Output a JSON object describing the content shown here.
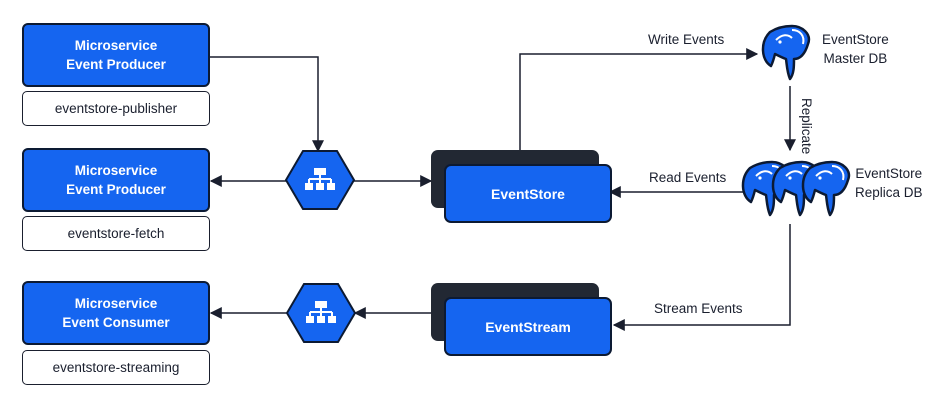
{
  "colors": {
    "accent": "#1565f0",
    "dark": "#222833",
    "line": "#1a1f2e"
  },
  "services": [
    {
      "line1": "Microservice",
      "line2": "Event Producer",
      "tag": "eventstore-publisher"
    },
    {
      "line1": "Microservice",
      "line2": "Event Producer",
      "tag": "eventstore-fetch"
    },
    {
      "line1": "Microservice",
      "line2": "Event Consumer",
      "tag": "eventstore-streaming"
    }
  ],
  "stores": {
    "eventstore": "EventStore",
    "eventstream": "EventStream"
  },
  "databases": {
    "master": {
      "line1": "EventStore",
      "line2": "Master DB",
      "icon": "postgres-elephant-icon"
    },
    "replica": {
      "line1": "EventStore",
      "line2": "Replica DB",
      "icon": "postgres-elephants-icon"
    }
  },
  "edges": {
    "write": "Write Events",
    "read": "Read Events",
    "replicate": "Replicate",
    "stream": "Stream Events"
  },
  "load_balancer_icon": "network-hierarchy-icon"
}
